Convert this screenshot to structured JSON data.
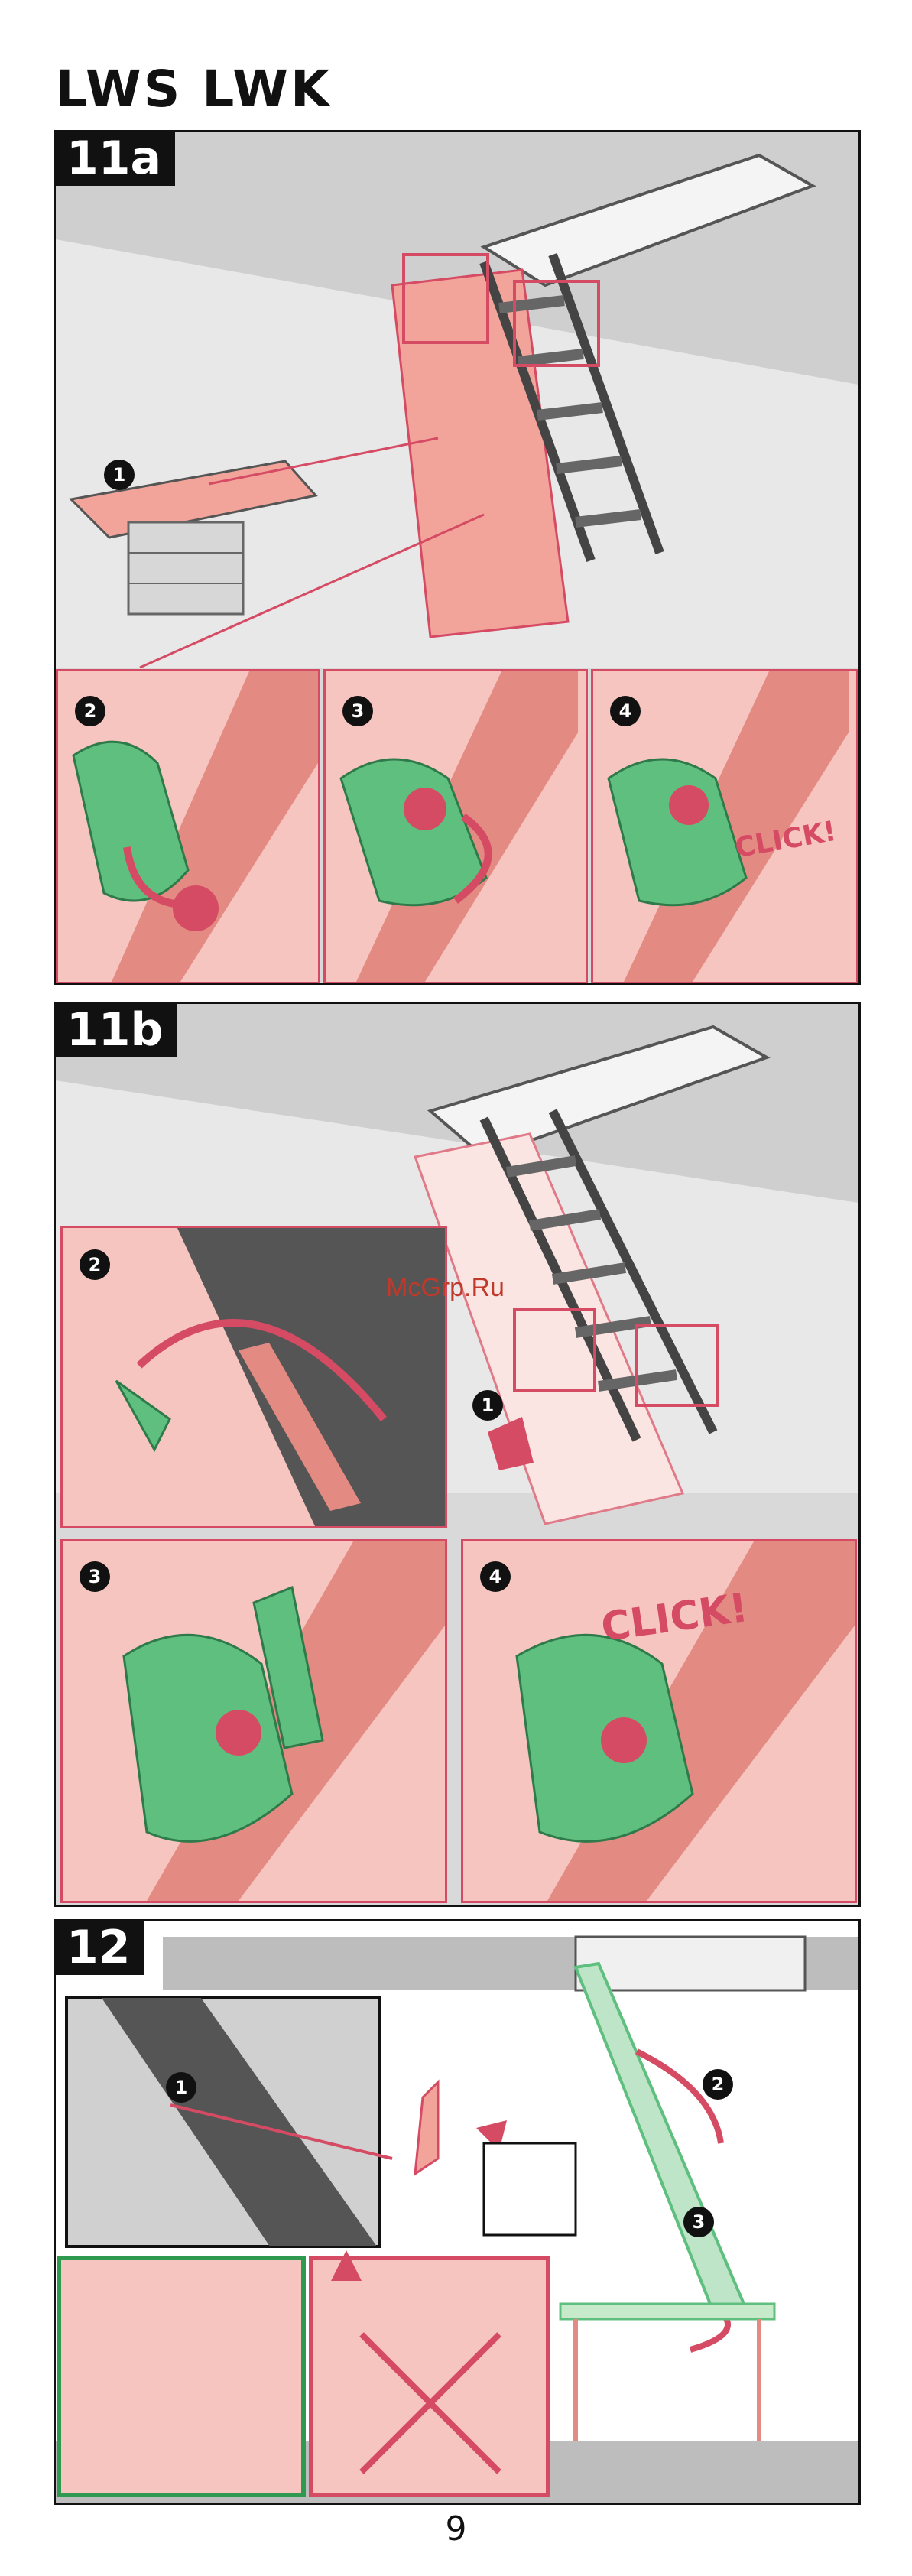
{
  "header": {
    "title": "LWS  LWK"
  },
  "steps": {
    "s11a": {
      "label": "11a"
    },
    "s11b": {
      "label": "11b"
    },
    "s12": {
      "label": "12"
    }
  },
  "markers": {
    "one": "1",
    "two": "2",
    "three": "3",
    "four": "4"
  },
  "callouts": {
    "click": "CLICK!"
  },
  "watermark": "McGrp.Ru",
  "footer": {
    "page_number": "9"
  },
  "colors": {
    "pink": "#f7c5c0",
    "accent_red": "#d64b64",
    "green": "#5fbf7f",
    "gray_panel": "#d9d9d9"
  }
}
